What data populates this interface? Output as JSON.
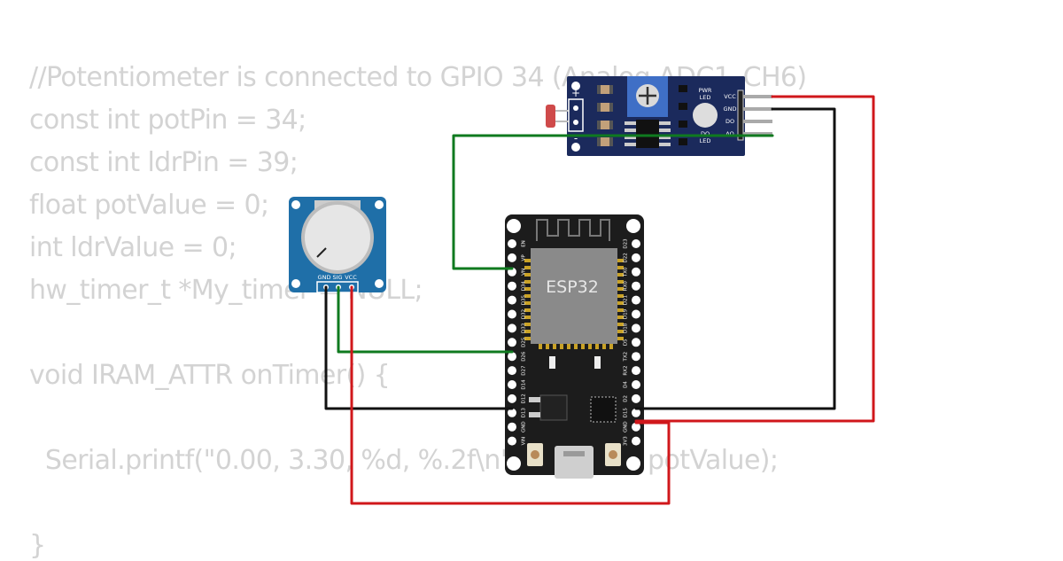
{
  "code": {
    "lines": [
      "//Potentiometer is connected to GPIO 34 (Analog ADC1_CH6)",
      "const int potPin = 34;",
      "const int ldrPin = 39;",
      "float potValue = 0;",
      "int ldrValue = 0;",
      "hw_timer_t *My_timer = NULL;",
      "void IRAM_ATTR onTimer() {",
      "  Serial.printf(\"0.00, 3.30, %d, %.2f\\n\", ldrValue, potValue);",
      "}"
    ]
  },
  "esp32": {
    "label": "ESP32",
    "left_pins": [
      "EN",
      "VP",
      "VN",
      "D34",
      "D35",
      "D32",
      "D33",
      "D25",
      "D26",
      "D27",
      "D14",
      "D12",
      "D13",
      "GND",
      "VIN"
    ],
    "right_pins": [
      "D23",
      "D22",
      "TX0",
      "RX0",
      "D21",
      "D19",
      "D18",
      "D5",
      "TX2",
      "RX2",
      "D4",
      "D2",
      "D15",
      "GND",
      "3V3"
    ]
  },
  "potentiometer": {
    "pins": [
      "GND",
      "SIG",
      "VCC"
    ]
  },
  "ldr_module": {
    "pins": [
      "VCC",
      "GND",
      "DO",
      "AO"
    ],
    "power_led_label": [
      "PWR",
      "LED"
    ],
    "do_led_label": [
      "DO",
      "LED"
    ],
    "plus": "+",
    "minus": "-"
  },
  "colors": {
    "code_text": "#d3d3d3",
    "wire_red": "#d0171b",
    "wire_black": "#111111",
    "wire_green": "#0f7a1f",
    "esp32_board": "#1c1c1c",
    "esp32_chip": "#8a8a8a",
    "pot_board": "#1f6fa8",
    "ldr_board": "#1b2a5c"
  }
}
